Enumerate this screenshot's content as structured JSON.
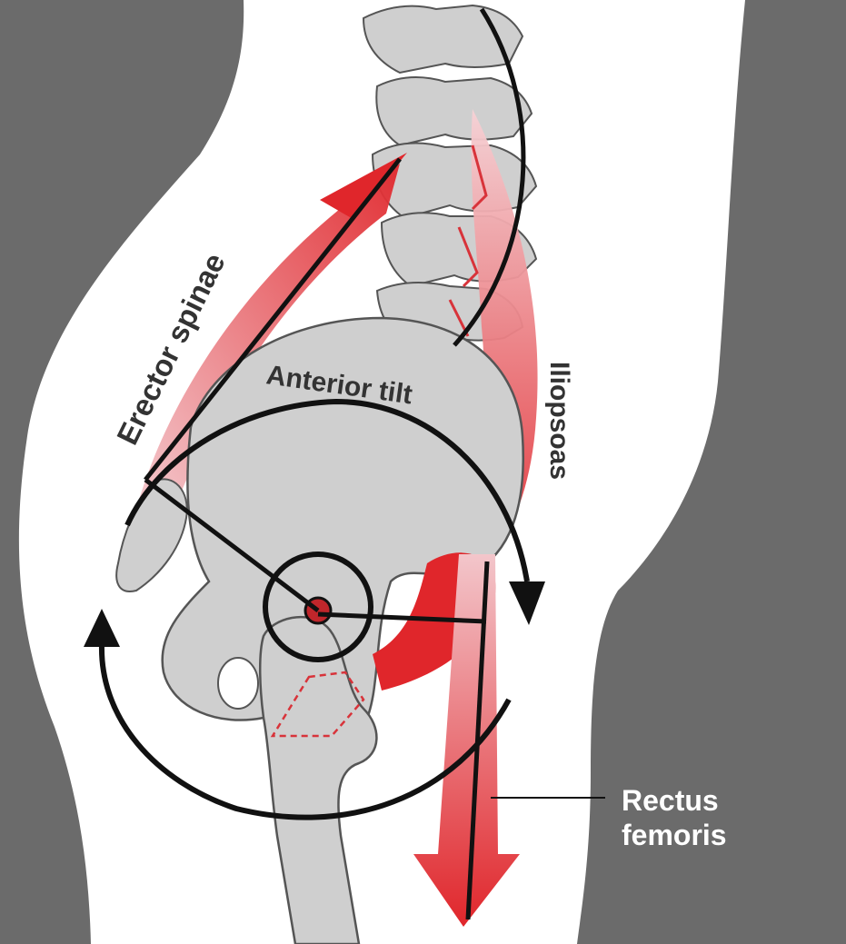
{
  "labels": {
    "erector_spinae": "Erector spinae",
    "anterior_tilt": "Anterior tilt",
    "iliopsoas": "Iliopsoas",
    "rectus_line1": "Rectus",
    "rectus_line2": "femoris"
  },
  "colors": {
    "background": "#6b6b6b",
    "body": "#ffffff",
    "bone": "#cfcfcf",
    "bone_outline": "#555555",
    "muscle_red": "#e0262b",
    "muscle_pink": "#efb7bd",
    "arrow": "#111111"
  }
}
